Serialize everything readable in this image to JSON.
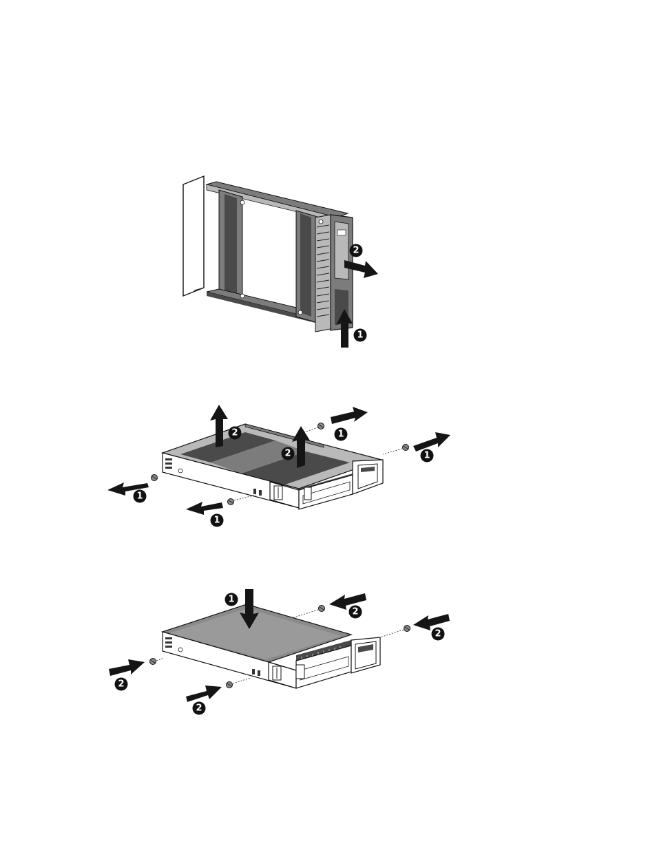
{
  "figures": [
    {
      "name": "lft-carrier-release",
      "callouts": [
        "2",
        "1"
      ]
    },
    {
      "name": "sff-carrier-disassembly",
      "callouts": [
        "2",
        "2",
        "1",
        "1",
        "1",
        "1"
      ]
    },
    {
      "name": "drive-install-in-carrier",
      "callouts": [
        "1",
        "2",
        "2",
        "2",
        "2"
      ]
    }
  ],
  "colors": {
    "arrow": "#151515",
    "metal_dark": "#4a4a4a",
    "metal_mid": "#7c7c7c",
    "metal_light": "#b9b9b9",
    "background": "#ffffff"
  }
}
